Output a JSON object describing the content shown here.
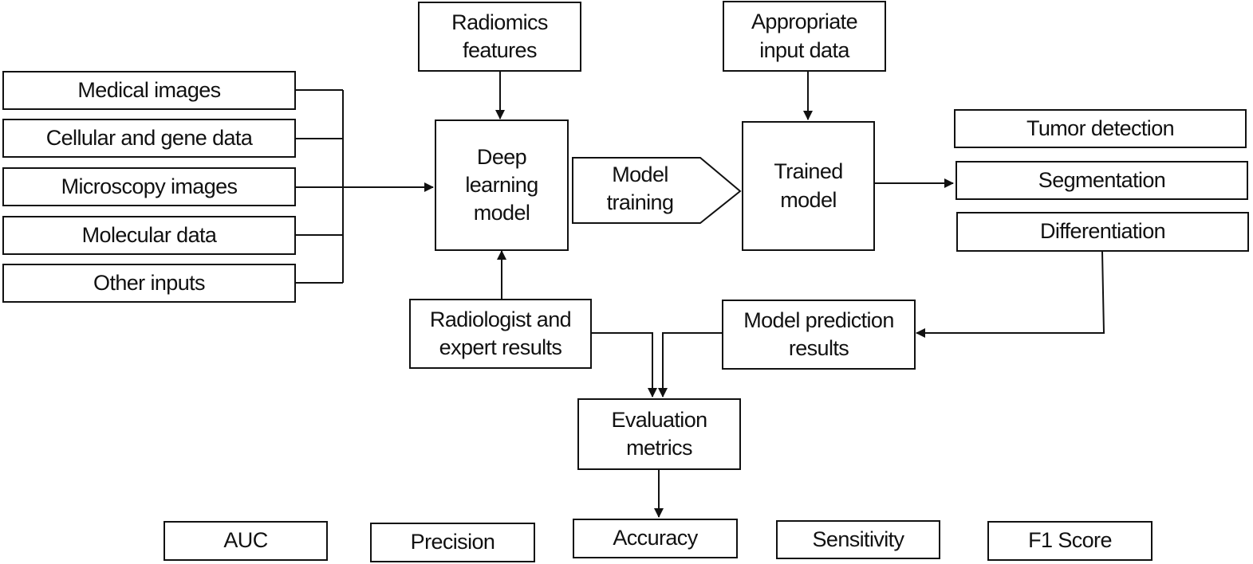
{
  "diagram": {
    "inputs": [
      "Medical images",
      "Cellular and gene data",
      "Microscopy images",
      "Molecular data",
      "Other inputs"
    ],
    "radiomics": [
      "Radiomics",
      "features"
    ],
    "appropriate_input": [
      "Appropriate",
      "input data"
    ],
    "deep_learning": [
      "Deep",
      "learning",
      "model"
    ],
    "model_training": [
      "Model",
      "training"
    ],
    "trained_model": [
      "Trained",
      "model"
    ],
    "tasks": [
      "Tumor detection",
      "Segmentation",
      "Differentiation"
    ],
    "radiologist": [
      "Radiologist and",
      "expert results"
    ],
    "prediction": [
      "Model prediction",
      "results"
    ],
    "evaluation": [
      "Evaluation",
      "metrics"
    ],
    "metrics": [
      "AUC",
      "Precision",
      "Accuracy",
      "Sensitivity",
      "F1 Score"
    ]
  }
}
